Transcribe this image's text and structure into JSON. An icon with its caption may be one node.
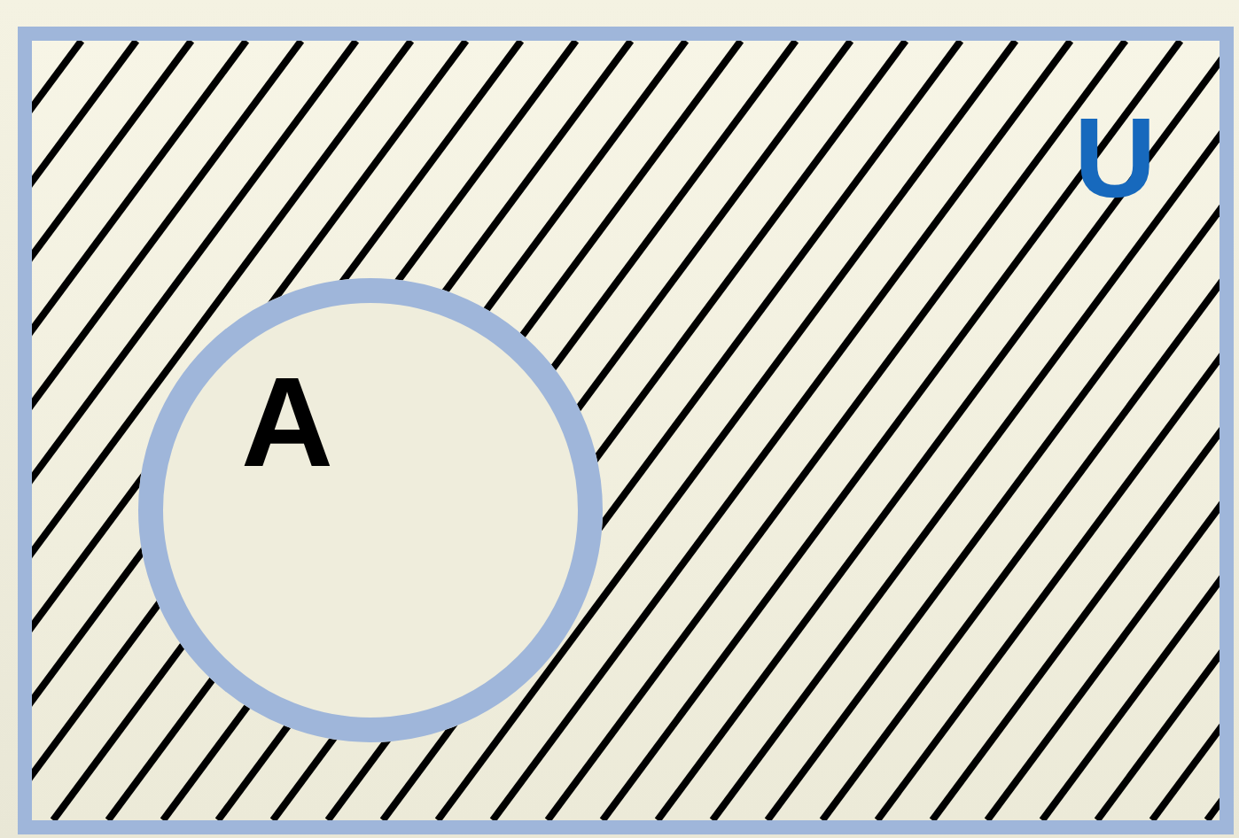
{
  "diagram": {
    "nodes": [
      {
        "text": [
          "U"
        ]
      },
      {
        "text": [
          "A"
        ],
        "in": 0
      }
    ]
  }
}
